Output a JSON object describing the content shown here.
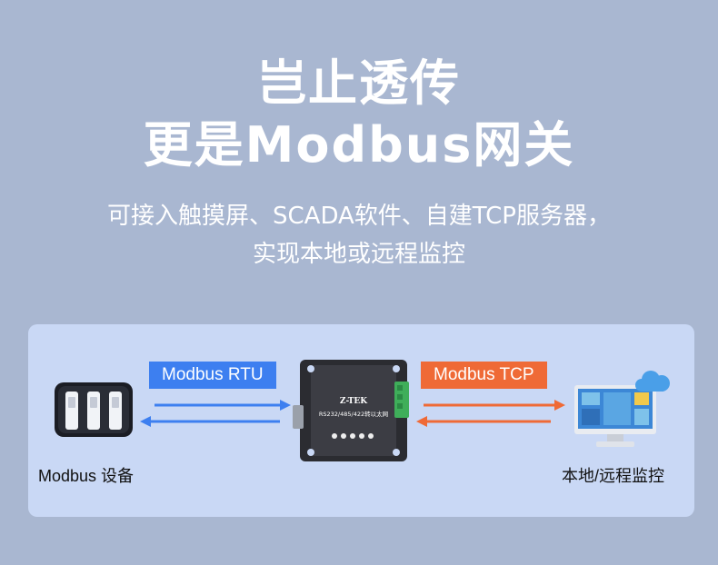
{
  "headline": {
    "line1": "岂止透传",
    "line2": "更是Modbus网关"
  },
  "subtitle": {
    "line1": "可接入触摸屏、SCADA软件、自建TCP服务器，",
    "line2": "实现本地或远程监控"
  },
  "diagram": {
    "left_tag": "Modbus RTU",
    "right_tag": "Modbus TCP",
    "left_caption": "Modbus 设备",
    "right_caption": "本地/远程监控",
    "device_brand": "Z-TEK",
    "device_model": "RS232/485/422转以太网",
    "colors": {
      "rtu": "#3d7ff0",
      "tcp": "#ef6a36",
      "panel": "#c9d8f5",
      "background": "#a9b7d1"
    }
  }
}
